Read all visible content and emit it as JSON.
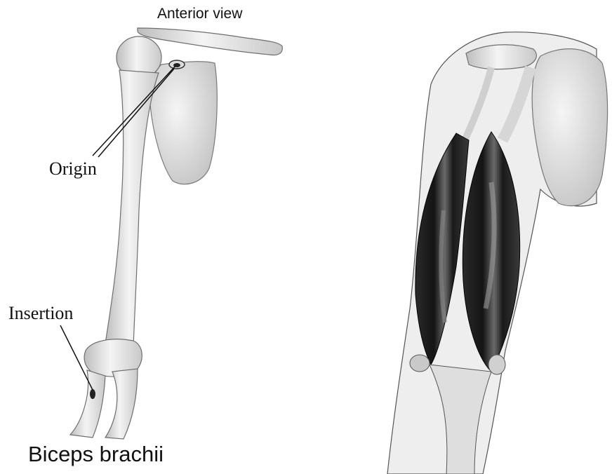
{
  "labels": {
    "view": "Anterior view",
    "origin": "Origin",
    "insertion": "Insertion",
    "muscle": "Biceps brachii"
  },
  "colors": {
    "bone_fill": "#e9e9e9",
    "bone_stroke": "#6f6f6f",
    "muscle_dark": "#1c1c1c",
    "tendon": "#d8d8d8",
    "text": "#111111"
  }
}
